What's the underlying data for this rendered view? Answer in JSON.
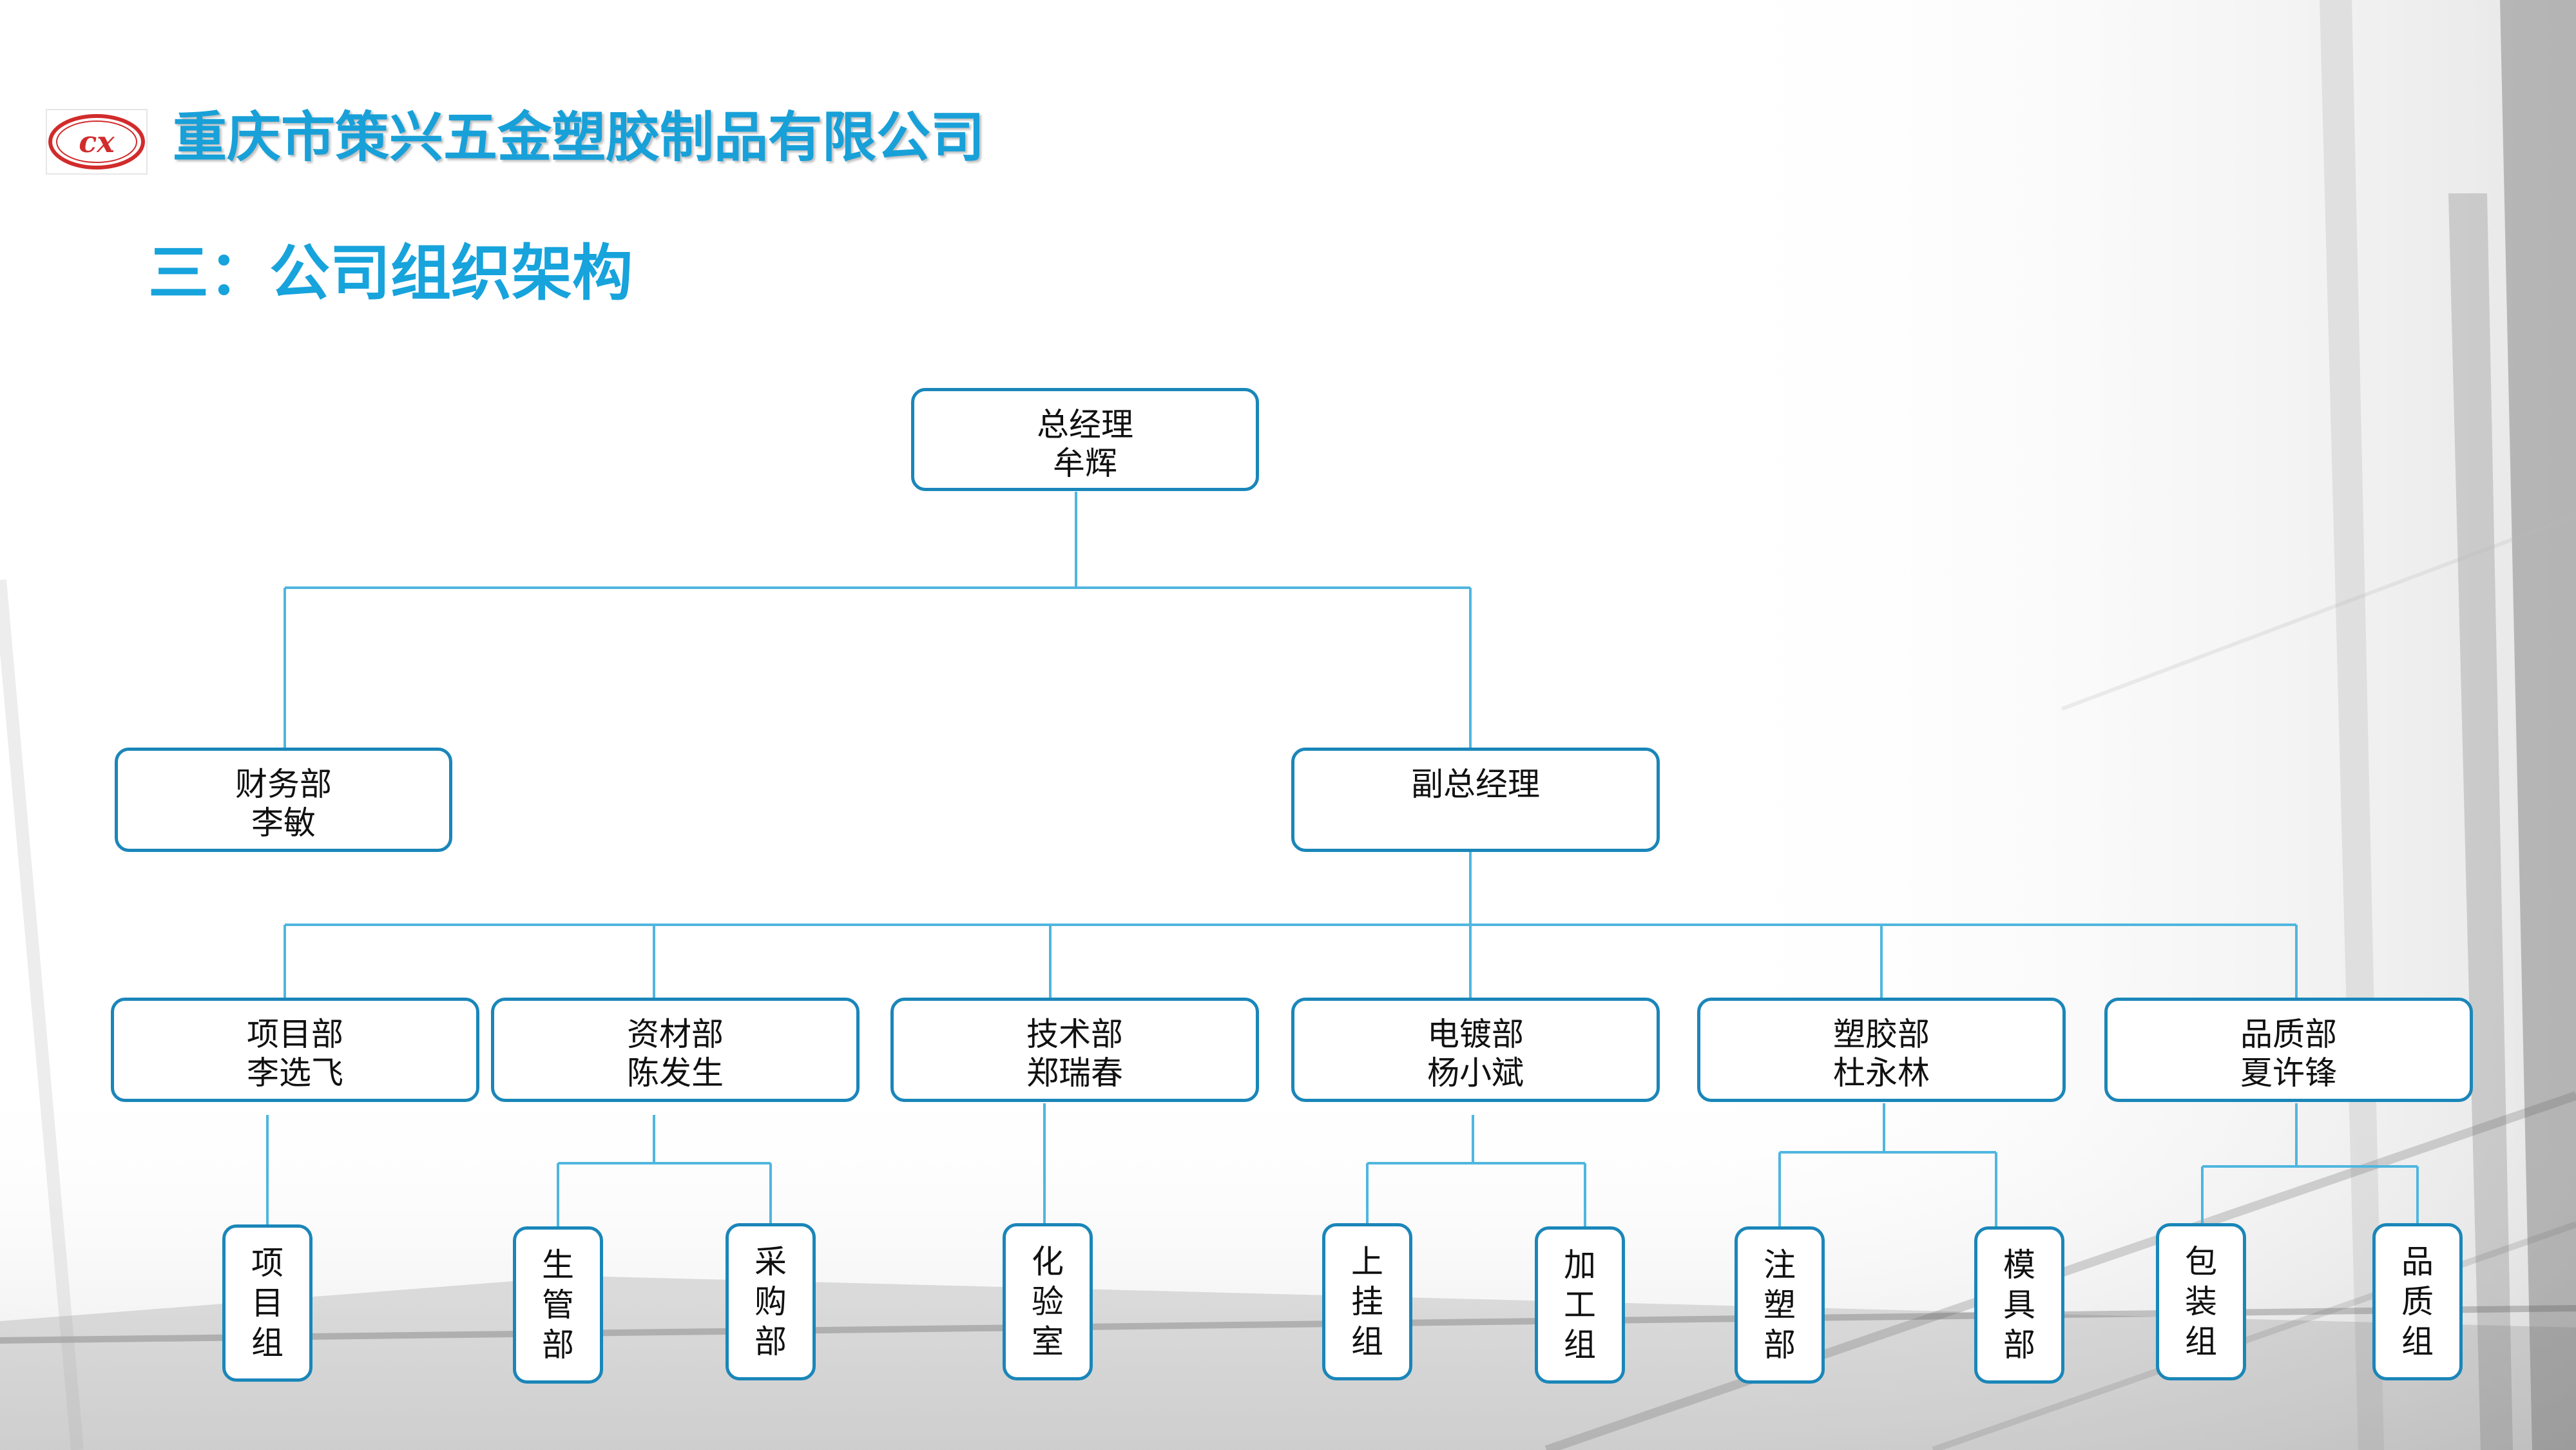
{
  "header": {
    "company_name": "重庆市策兴五金塑胶制品有限公司",
    "logo_text": "CX",
    "section_title": "三：公司组织架构"
  },
  "org": {
    "gm": {
      "title": "总经理",
      "person": "牟辉"
    },
    "finance": {
      "title": "财务部",
      "person": "李敏"
    },
    "deputy": {
      "title": "副总经理"
    },
    "departments": [
      {
        "title": "项目部",
        "person": "李选飞"
      },
      {
        "title": "资材部",
        "person": "陈发生"
      },
      {
        "title": "技术部",
        "person": "郑瑞春"
      },
      {
        "title": "电镀部",
        "person": "杨小斌"
      },
      {
        "title": "塑胶部",
        "person": "杜永林"
      },
      {
        "title": "品质部",
        "person": "夏许锋"
      }
    ],
    "groups": [
      {
        "c1": "项",
        "c2": "目",
        "c3": "组"
      },
      {
        "c1": "生",
        "c2": "管",
        "c3": "部"
      },
      {
        "c1": "采",
        "c2": "购",
        "c3": "部"
      },
      {
        "c1": "化",
        "c2": "验",
        "c3": "室"
      },
      {
        "c1": "上",
        "c2": "挂",
        "c3": "组"
      },
      {
        "c1": "加",
        "c2": "工",
        "c3": "组"
      },
      {
        "c1": "注",
        "c2": "塑",
        "c3": "部"
      },
      {
        "c1": "模",
        "c2": "具",
        "c3": "部"
      },
      {
        "c1": "包",
        "c2": "装",
        "c3": "组"
      },
      {
        "c1": "品",
        "c2": "质",
        "c3": "组"
      }
    ]
  },
  "colors": {
    "accent": "#17a3dc",
    "box_border": "#1a86b9",
    "connector": "#4fb6df",
    "logo_red": "#d22b2b"
  }
}
